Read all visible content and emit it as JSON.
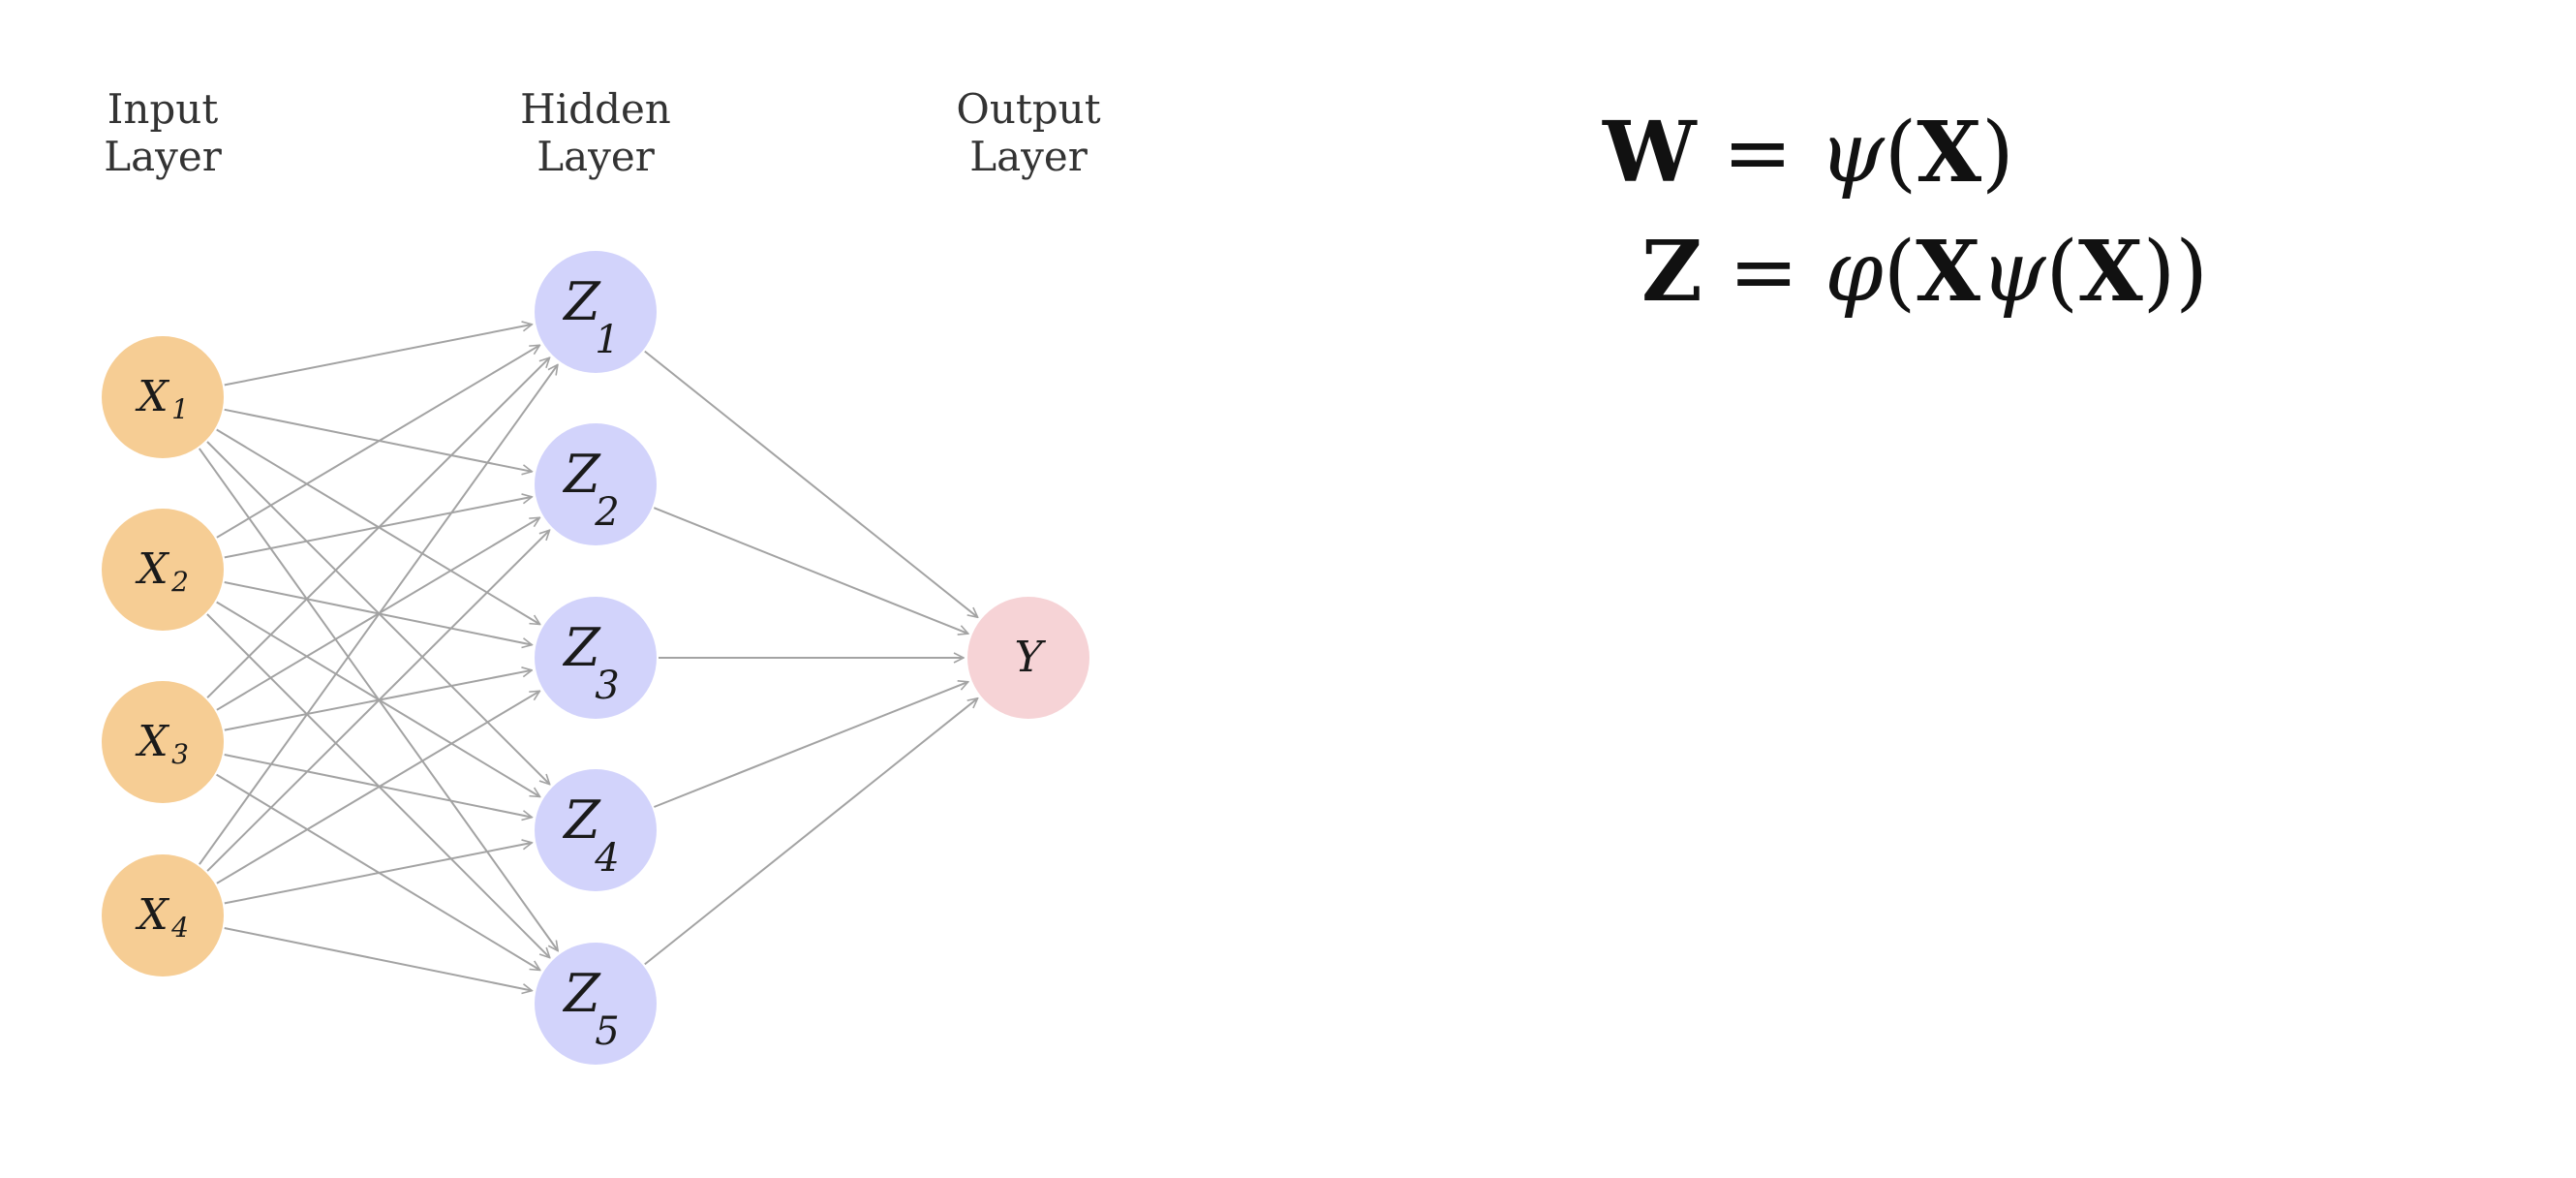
{
  "layers": {
    "input_title": [
      "Input",
      "Layer"
    ],
    "hidden_title": [
      "Hidden",
      "Layer"
    ],
    "output_title": [
      "Output",
      "Layer"
    ]
  },
  "nodes": {
    "input": [
      {
        "label": "X",
        "sub": "1"
      },
      {
        "label": "X",
        "sub": "2"
      },
      {
        "label": "X",
        "sub": "3"
      },
      {
        "label": "X",
        "sub": "4"
      }
    ],
    "hidden": [
      {
        "label": "Z",
        "sub": "1"
      },
      {
        "label": "Z",
        "sub": "2"
      },
      {
        "label": "Z",
        "sub": "3"
      },
      {
        "label": "Z",
        "sub": "4"
      },
      {
        "label": "Z",
        "sub": "5"
      }
    ],
    "output": [
      {
        "label": "Y",
        "sub": ""
      }
    ]
  },
  "colors": {
    "input_fill": "#f6cd94",
    "hidden_fill": "#d2d3fb",
    "output_fill": "#f6d3d6",
    "edge": "#a3a3a3"
  },
  "equations": {
    "eq1": {
      "lhs": "W",
      "eq": " = ",
      "fn": "ψ",
      "open": "(",
      "arg": "X",
      "close": ")"
    },
    "eq2": {
      "lhs": "Z",
      "eq": " = ",
      "fn": "φ",
      "open": "(",
      "arg1": "X",
      "fn2": "ψ",
      "open2": "(",
      "arg2": "X",
      "close2": "))"
    }
  }
}
